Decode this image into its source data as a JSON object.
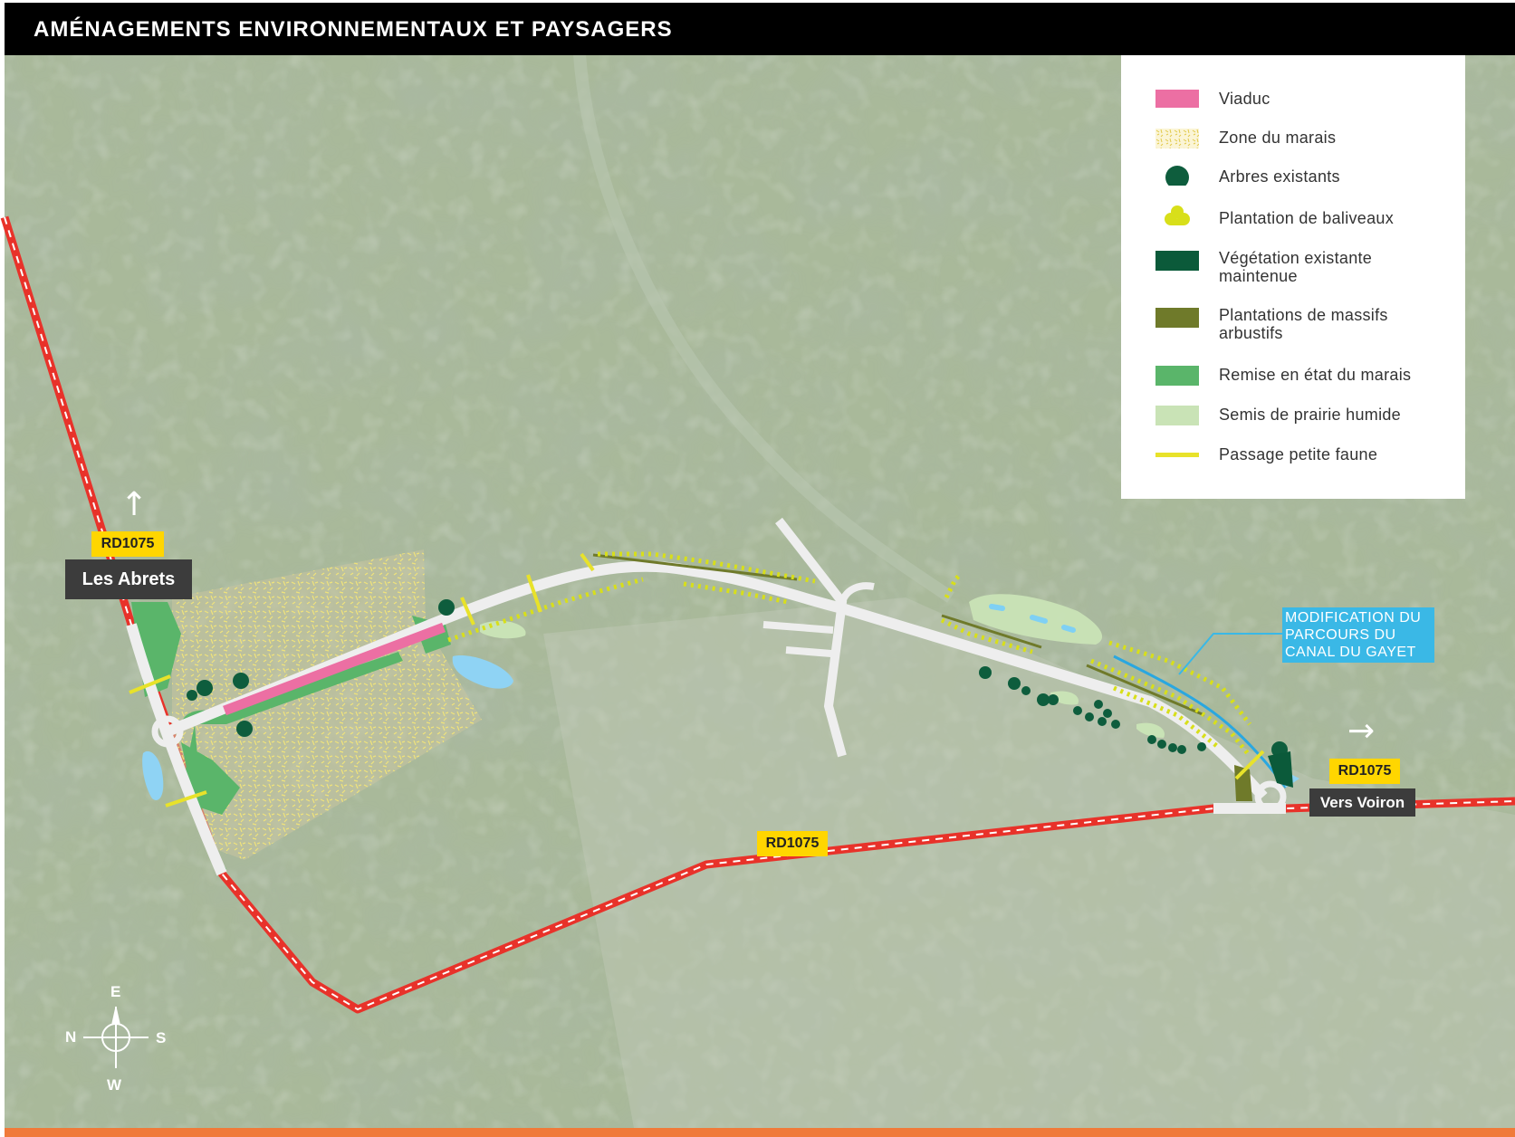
{
  "header": {
    "title": "AMÉNAGEMENTS ENVIRONNEMENTAUX ET PAYSAGERS"
  },
  "legend": {
    "items": [
      {
        "label": "Viaduc",
        "swatch": "viaduct-swatch",
        "color": "#ec6fa3"
      },
      {
        "label": "Zone du marais",
        "swatch": "marsh-texture-swatch",
        "color": "#e6d98a"
      },
      {
        "label": "Arbres existants",
        "swatch": "tree-dot-icon",
        "color": "#0e5d3d"
      },
      {
        "label": "Plantation de baliveaux",
        "swatch": "sapling-cluster-icon",
        "color": "#d8df1a"
      },
      {
        "label": "Végétation existante maintenue",
        "swatch": "dark-green-swatch",
        "color": "#0b5a3a"
      },
      {
        "label": "Plantations de massifs arbustifs",
        "swatch": "olive-swatch",
        "color": "#6f7a2a"
      },
      {
        "label": "Remise en état du marais",
        "swatch": "green-swatch",
        "color": "#5ab56a"
      },
      {
        "label": "Semis de prairie humide",
        "swatch": "light-green-swatch",
        "color": "#c9e3b6"
      },
      {
        "label": "Passage petite faune",
        "swatch": "yellow-line-swatch",
        "color": "#e8e22a"
      }
    ]
  },
  "labels": {
    "rd_west": "RD1075",
    "town_west": "Les Abrets",
    "rd_middle": "RD1075",
    "rd_east": "RD1075",
    "town_east": "Vers Voiron",
    "canal_note": "MODIFICATION DU PARCOURS DU CANAL DU GAYET"
  },
  "compass": {
    "north": "N",
    "east": "E",
    "south": "S",
    "west": "W"
  },
  "colors": {
    "road_red": "#e8322a",
    "new_road": "#eeeeee",
    "map_base": "#a9b99a",
    "water": "#8fd3f4",
    "header_bg": "#000000",
    "accent_orange": "#f07a3a"
  }
}
